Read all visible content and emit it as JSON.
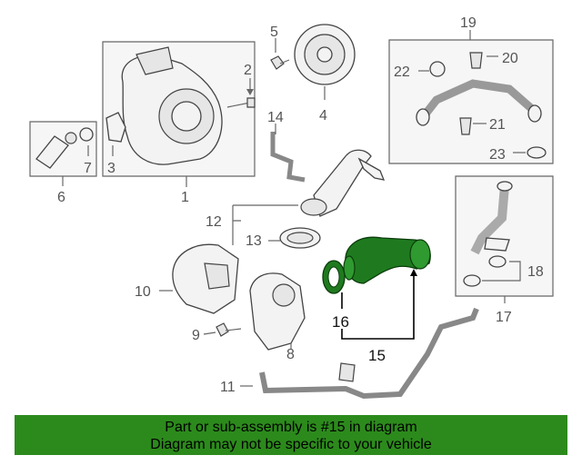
{
  "callouts": {
    "c1": "1",
    "c2": "2",
    "c3": "3",
    "c4": "4",
    "c5": "5",
    "c6": "6",
    "c7": "7",
    "c8": "8",
    "c9": "9",
    "c10": "10",
    "c11": "11",
    "c12": "12",
    "c13": "13",
    "c14": "14",
    "c15": "15",
    "c16": "16",
    "c17": "17",
    "c18": "18",
    "c19": "19",
    "c20": "20",
    "c21": "21",
    "c22": "22",
    "c23": "23"
  },
  "highlight": {
    "color": "#1f7a1f",
    "part": "15"
  },
  "banner": {
    "line1": "Part or sub-assembly is #15 in diagram",
    "line2": "Diagram may not be specific to your vehicle",
    "color": "#2c8a1c"
  }
}
